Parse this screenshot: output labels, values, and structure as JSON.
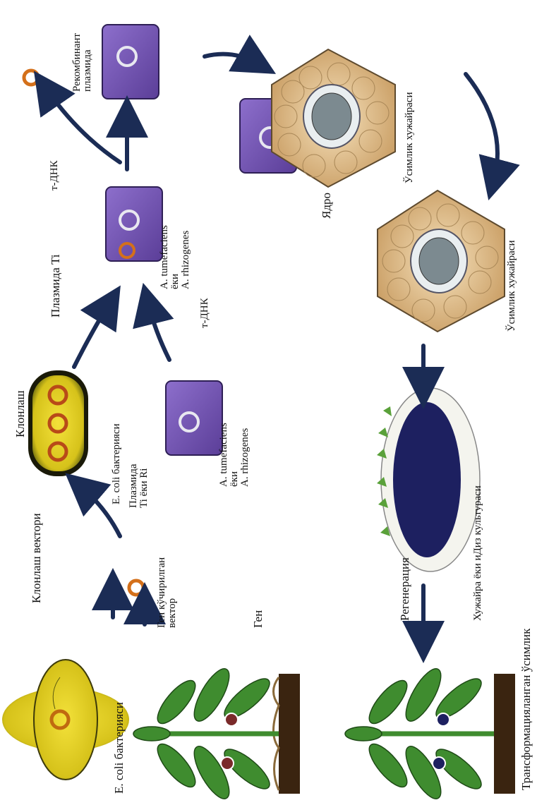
{
  "labels": {
    "ecoli_bacterium": "E. coli бактерияси",
    "cloning_vector": "Клонлаш вектори",
    "gene": "Ген",
    "gene_carrier_vector": "Ген кўчирилган\nвектор",
    "cloning": "Клонлаш",
    "ecoli_bacteria": "E. coli бактерияси",
    "plasmid_ti_ri": "Плазмида\nTi ёки Ri",
    "agrobacterium_left": "A. tumefaciens\nёки\nA. rhizogenes",
    "agrobacterium_mid": "A. tumefaciens\nёки\nA. rhizogenes",
    "plasmid_ti": "Плазмида Ti",
    "tdna_mid": "т-ДНК",
    "tdna_top": "т-ДНК",
    "recombinant_plasmid": "Рекомбинант\nплазмида",
    "nucleus": "Ядро",
    "plant_cell_top": "Ўсимлик хужайраси",
    "plant_cell_mid": "Ўсимлик хужайраси",
    "regeneration": "Регенерация",
    "cell_tissue_culture": "Хужайра ёки иДиз культураси",
    "transformed_plant": "Трансформацияланган ўсимлик"
  },
  "colors": {
    "arrow": "#1b2c55",
    "bacterium_yellow": "#e8d21a",
    "agro_cell": "#7a5cb8",
    "plant_cell": "#d8b07c",
    "leaf": "#3f8c2f",
    "soil": "#3a2410"
  }
}
